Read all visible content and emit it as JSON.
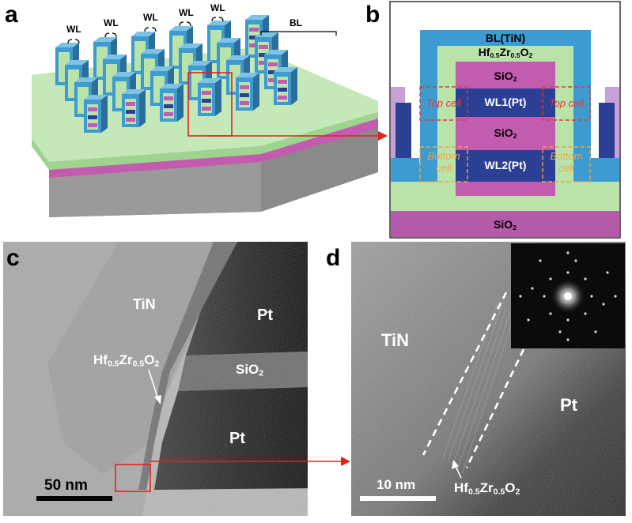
{
  "panels": {
    "a": {
      "letter": "a",
      "wl_labels": [
        "WL",
        "WL",
        "WL",
        "WL",
        "WL"
      ],
      "bl_label": "BL"
    },
    "b": {
      "letter": "b",
      "bl": "BL(TiN)",
      "hzo": {
        "a": "Hf",
        "b": "0.5",
        "c": "Zr",
        "d": "0.5",
        "e": "O",
        "f": "2"
      },
      "sio2_top": {
        "main": "SiO",
        "sub": "2"
      },
      "wl1": "WL1(Pt)",
      "sio2_mid": {
        "main": "SiO",
        "sub": "2"
      },
      "wl2": "WL2(Pt)",
      "sio2_bottom": {
        "main": "SiO",
        "sub": "2"
      },
      "top_cell": "Top cell",
      "bottom_cell_1": "Bottom",
      "bottom_cell_2": "cell",
      "colors": {
        "bl": "#3d9bd0",
        "hzo": "#b9e3a9",
        "sio2": "#c25cae",
        "wl": "#2b3f94",
        "substrate": "#b35aa8",
        "top_box": "#e23a3a",
        "bottom_box": "#f0a54a"
      }
    },
    "c": {
      "letter": "c",
      "tin": "TiN",
      "pt_top": "Pt",
      "pt_bottom": "Pt",
      "sio2": {
        "main": "SiO",
        "sub": "2"
      },
      "hzo": {
        "a": "Hf",
        "b": "0.5",
        "c": "Zr",
        "d": "0.5",
        "e": "O",
        "f": "2"
      },
      "scale": "50 nm"
    },
    "d": {
      "letter": "d",
      "tin": "TiN",
      "pt": "Pt",
      "hzo": {
        "a": "Hf",
        "b": "0.5",
        "c": "Zr",
        "d": "0.5",
        "e": "O",
        "f": "2"
      },
      "scale": "10 nm"
    }
  }
}
